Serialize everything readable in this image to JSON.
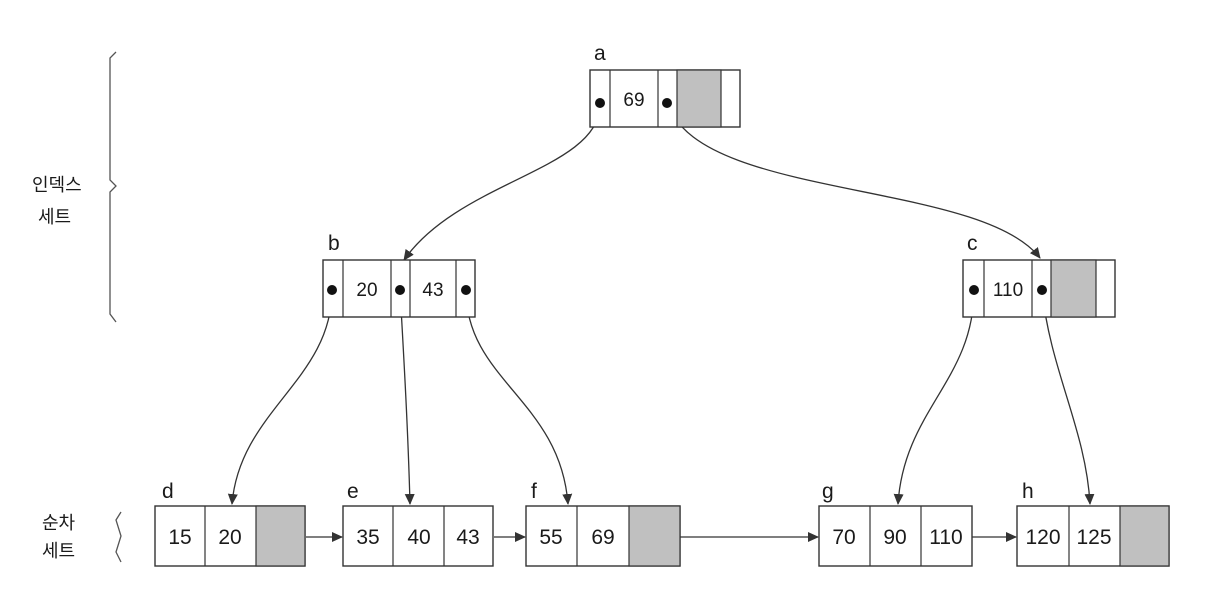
{
  "index_set_label": [
    "인덱스",
    "세트"
  ],
  "sequence_set_label": [
    "순차",
    "세트"
  ],
  "index_nodes": [
    {
      "id": "a",
      "keys": [
        "69"
      ]
    },
    {
      "id": "b",
      "keys": [
        "20",
        "43"
      ]
    },
    {
      "id": "c",
      "keys": [
        "110"
      ]
    }
  ],
  "leaf_nodes": [
    {
      "id": "d",
      "keys": [
        "15",
        "20"
      ]
    },
    {
      "id": "e",
      "keys": [
        "35",
        "40",
        "43"
      ]
    },
    {
      "id": "f",
      "keys": [
        "55",
        "69"
      ]
    },
    {
      "id": "g",
      "keys": [
        "70",
        "90",
        "110"
      ]
    },
    {
      "id": "h",
      "keys": [
        "120",
        "125"
      ]
    }
  ],
  "colors": {
    "empty_slot": "#c0c0c0",
    "line": "#333333"
  }
}
